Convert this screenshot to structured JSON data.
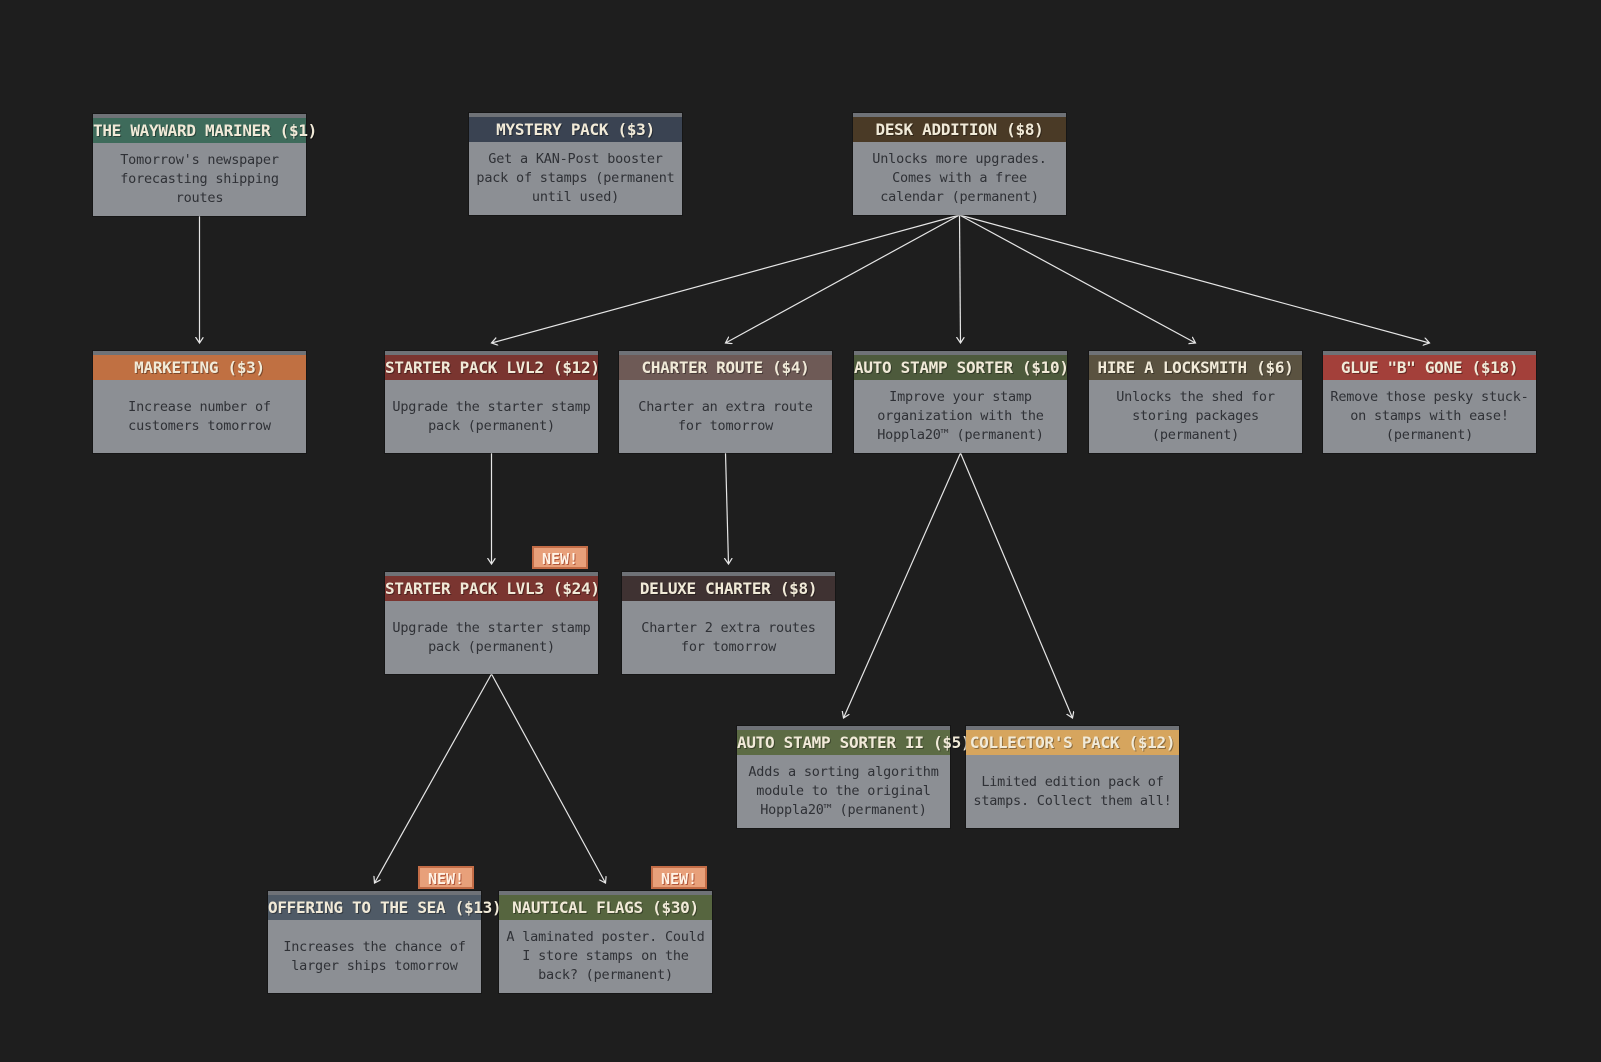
{
  "nodes": [
    {
      "id": "wayward",
      "title": "THE WAYWARD MARINER ($1)",
      "desc": "Tomorrow's newspaper forecasting shipping routes",
      "color": "#3e6b5b"
    },
    {
      "id": "mystery",
      "title": "MYSTERY PACK ($3)",
      "desc": "Get a KAN-Post booster pack of stamps (permanent until used)",
      "color": "#3a4352"
    },
    {
      "id": "desk",
      "title": "DESK ADDITION ($8)",
      "desc": "Unlocks more upgrades. Comes with a free calendar (permanent)",
      "color": "#4a3a26"
    },
    {
      "id": "marketing",
      "title": "MARKETING ($3)",
      "desc": "Increase number of customers tomorrow",
      "color": "#c07042"
    },
    {
      "id": "starter2",
      "title": "STARTER PACK LVL2 ($12)",
      "desc": "Upgrade the starter stamp pack (permanent)",
      "color": "#7a3530"
    },
    {
      "id": "charter",
      "title": "CHARTER ROUTE ($4)",
      "desc": "Charter an extra route for tomorrow",
      "color": "#6e5a56"
    },
    {
      "id": "sorter",
      "title": "AUTO STAMP SORTER ($10)",
      "desc": "Improve your stamp organization with the Hoppla20™ (permanent)",
      "color": "#4d5a3c"
    },
    {
      "id": "locksmith",
      "title": "HIRE A LOCKSMITH ($6)",
      "desc": "Unlocks the shed for storing packages (permanent)",
      "color": "#5a5240"
    },
    {
      "id": "glue",
      "title": "GLUE \"B\" GONE ($18)",
      "desc": "Remove those pesky stuck-on stamps with ease! (permanent)",
      "color": "#a3403a"
    },
    {
      "id": "starter3",
      "title": "STARTER PACK LVL3 ($24)",
      "desc": "Upgrade the starter stamp pack (permanent)",
      "color": "#7a3530"
    },
    {
      "id": "deluxe",
      "title": "DELUXE CHARTER ($8)",
      "desc": "Charter 2 extra routes for tomorrow",
      "color": "#3f3232"
    },
    {
      "id": "sorter2",
      "title": "AUTO STAMP SORTER II ($5)",
      "desc": "Adds a sorting algorithm module to the original Hoppla20™ (permanent)",
      "color": "#5c6b44"
    },
    {
      "id": "collector",
      "title": "COLLECTOR'S PACK ($12)",
      "desc": "Limited edition pack of stamps. Collect them all!",
      "color": "#d6a55e"
    },
    {
      "id": "offering",
      "title": "OFFERING TO THE SEA ($13)",
      "desc": "Increases the chance of larger ships tomorrow",
      "color": "#4f5a66"
    },
    {
      "id": "flags",
      "title": "NAUTICAL FLAGS ($30)",
      "desc": "A laminated poster. Could I store stamps on the back? (permanent)",
      "color": "#56653f"
    }
  ],
  "badge_label": "NEW!",
  "edges": [
    [
      "wayward",
      "marketing"
    ],
    [
      "desk",
      "starter2"
    ],
    [
      "desk",
      "charter"
    ],
    [
      "desk",
      "sorter"
    ],
    [
      "desk",
      "locksmith"
    ],
    [
      "desk",
      "glue"
    ],
    [
      "starter2",
      "starter3"
    ],
    [
      "charter",
      "deluxe"
    ],
    [
      "sorter",
      "sorter2"
    ],
    [
      "sorter",
      "collector"
    ],
    [
      "starter3",
      "offering"
    ],
    [
      "starter3",
      "flags"
    ]
  ],
  "new_badges": [
    "starter3",
    "offering",
    "flags"
  ]
}
